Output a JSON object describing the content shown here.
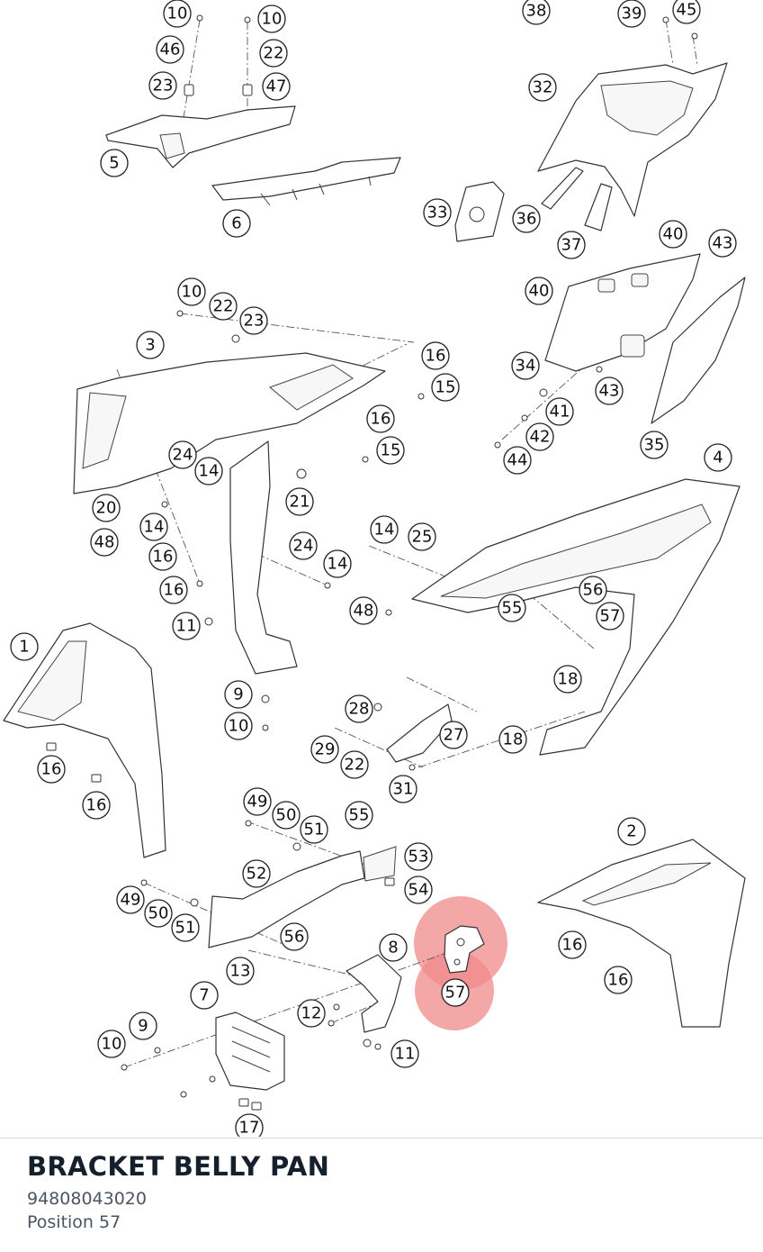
{
  "part": {
    "title": "BRACKET BELLY PAN",
    "number": "94808043020",
    "position": "Position 57"
  },
  "highlight": {
    "color": "#f08a8a",
    "callout": "57"
  },
  "callouts": [
    {
      "id": "c1",
      "label": "10"
    },
    {
      "id": "c2",
      "label": "10"
    },
    {
      "id": "c3",
      "label": "46"
    },
    {
      "id": "c4",
      "label": "22"
    },
    {
      "id": "c5",
      "label": "23"
    },
    {
      "id": "c6",
      "label": "47"
    },
    {
      "id": "c7",
      "label": "5"
    },
    {
      "id": "c8",
      "label": "6"
    },
    {
      "id": "c9",
      "label": "38"
    },
    {
      "id": "c10",
      "label": "39"
    },
    {
      "id": "c11",
      "label": "45"
    },
    {
      "id": "c12",
      "label": "32"
    },
    {
      "id": "c13",
      "label": "33"
    },
    {
      "id": "c14",
      "label": "36"
    },
    {
      "id": "c15",
      "label": "37"
    },
    {
      "id": "c16",
      "label": "40"
    },
    {
      "id": "c17",
      "label": "43"
    },
    {
      "id": "c18",
      "label": "40"
    },
    {
      "id": "c19",
      "label": "34"
    },
    {
      "id": "c20",
      "label": "43"
    },
    {
      "id": "c21",
      "label": "41"
    },
    {
      "id": "c22",
      "label": "42"
    },
    {
      "id": "c23",
      "label": "44"
    },
    {
      "id": "c24",
      "label": "35"
    },
    {
      "id": "c25",
      "label": "4"
    },
    {
      "id": "c26",
      "label": "10"
    },
    {
      "id": "c27",
      "label": "22"
    },
    {
      "id": "c28",
      "label": "23"
    },
    {
      "id": "c29",
      "label": "3"
    },
    {
      "id": "c30",
      "label": "16"
    },
    {
      "id": "c31",
      "label": "15"
    },
    {
      "id": "c32",
      "label": "16"
    },
    {
      "id": "c33",
      "label": "15"
    },
    {
      "id": "c34",
      "label": "24"
    },
    {
      "id": "c35",
      "label": "14"
    },
    {
      "id": "c36",
      "label": "21"
    },
    {
      "id": "c37",
      "label": "20"
    },
    {
      "id": "c38",
      "label": "14"
    },
    {
      "id": "c39",
      "label": "48"
    },
    {
      "id": "c40",
      "label": "16"
    },
    {
      "id": "c41",
      "label": "16"
    },
    {
      "id": "c42",
      "label": "24"
    },
    {
      "id": "c43",
      "label": "14"
    },
    {
      "id": "c44",
      "label": "14"
    },
    {
      "id": "c45",
      "label": "25"
    },
    {
      "id": "c46",
      "label": "48"
    },
    {
      "id": "c47",
      "label": "11"
    },
    {
      "id": "c48",
      "label": "55"
    },
    {
      "id": "c49",
      "label": "56"
    },
    {
      "id": "c50",
      "label": "57"
    },
    {
      "id": "c51",
      "label": "1"
    },
    {
      "id": "c52",
      "label": "9"
    },
    {
      "id": "c53",
      "label": "10"
    },
    {
      "id": "c54",
      "label": "18"
    },
    {
      "id": "c55",
      "label": "28"
    },
    {
      "id": "c56",
      "label": "27"
    },
    {
      "id": "c57",
      "label": "18"
    },
    {
      "id": "c58",
      "label": "29"
    },
    {
      "id": "c59",
      "label": "22"
    },
    {
      "id": "c60",
      "label": "31"
    },
    {
      "id": "c61",
      "label": "16"
    },
    {
      "id": "c62",
      "label": "16"
    },
    {
      "id": "c63",
      "label": "49"
    },
    {
      "id": "c64",
      "label": "50"
    },
    {
      "id": "c65",
      "label": "51"
    },
    {
      "id": "c66",
      "label": "55"
    },
    {
      "id": "c67",
      "label": "2"
    },
    {
      "id": "c68",
      "label": "53"
    },
    {
      "id": "c69",
      "label": "52"
    },
    {
      "id": "c70",
      "label": "54"
    },
    {
      "id": "c71",
      "label": "49"
    },
    {
      "id": "c72",
      "label": "50"
    },
    {
      "id": "c73",
      "label": "51"
    },
    {
      "id": "c74",
      "label": "56"
    },
    {
      "id": "c75",
      "label": "8"
    },
    {
      "id": "c76",
      "label": "16"
    },
    {
      "id": "c77",
      "label": "13"
    },
    {
      "id": "c78",
      "label": "16"
    },
    {
      "id": "c79",
      "label": "7"
    },
    {
      "id": "c80",
      "label": "57"
    },
    {
      "id": "c81",
      "label": "12"
    },
    {
      "id": "c82",
      "label": "9"
    },
    {
      "id": "c83",
      "label": "10"
    },
    {
      "id": "c84",
      "label": "11"
    },
    {
      "id": "c85",
      "label": "17"
    }
  ]
}
